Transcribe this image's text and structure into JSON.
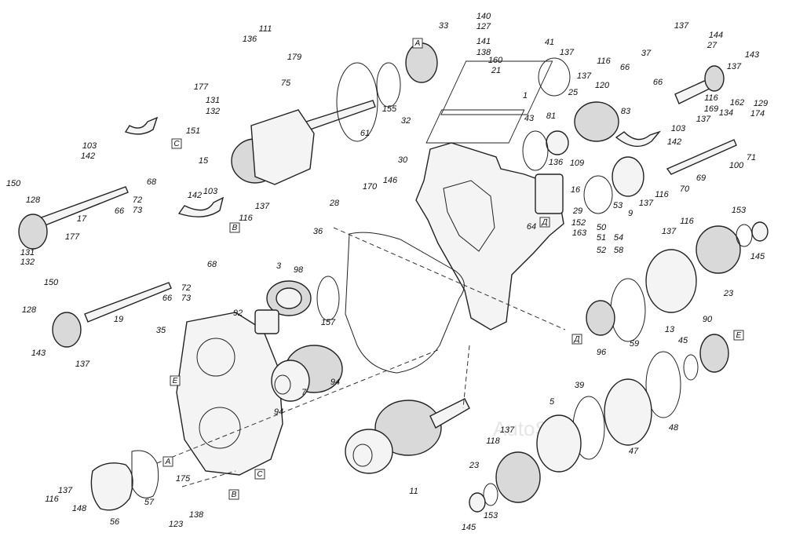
{
  "watermark": "AutoSpot",
  "labels": [
    [
      "111",
      338,
      40
    ],
    [
      "136",
      318,
      53
    ],
    [
      "179",
      375,
      76
    ],
    [
      "177",
      256,
      114
    ],
    [
      "75",
      364,
      109
    ],
    [
      "131",
      271,
      131
    ],
    [
      "132",
      271,
      145
    ],
    [
      "151",
      246,
      170
    ],
    [
      "15",
      259,
      208
    ],
    [
      "137",
      334,
      266
    ],
    [
      "116",
      313,
      281
    ],
    [
      "103",
      114,
      189
    ],
    [
      "142",
      112,
      202
    ],
    [
      "66",
      152,
      272
    ],
    [
      "72",
      175,
      258
    ],
    [
      "73",
      175,
      271
    ],
    [
      "68",
      193,
      235
    ],
    [
      "150",
      17,
      237
    ],
    [
      "128",
      42,
      258
    ],
    [
      "17",
      104,
      282
    ],
    [
      "131",
      35,
      325
    ],
    [
      "132",
      35,
      337
    ],
    [
      "177",
      92,
      305
    ],
    [
      "142",
      248,
      252
    ],
    [
      "103",
      268,
      247
    ],
    [
      "66",
      213,
      383
    ],
    [
      "72",
      237,
      370
    ],
    [
      "73",
      237,
      383
    ],
    [
      "68",
      270,
      340
    ],
    [
      "3",
      355,
      342
    ],
    [
      "98",
      380,
      347
    ],
    [
      "92",
      303,
      402
    ],
    [
      "157",
      418,
      414
    ],
    [
      "150",
      65,
      363
    ],
    [
      "128",
      37,
      398
    ],
    [
      "19",
      151,
      410
    ],
    [
      "143",
      49,
      453
    ],
    [
      "137",
      105,
      467
    ],
    [
      "35",
      205,
      424
    ],
    [
      "94",
      427,
      490
    ],
    [
      "7",
      387,
      503
    ],
    [
      "94",
      355,
      528
    ],
    [
      "36",
      405,
      298
    ],
    [
      "33",
      565,
      36
    ],
    [
      "140",
      616,
      24
    ],
    [
      "127",
      616,
      37
    ],
    [
      "141",
      616,
      56
    ],
    [
      "138",
      616,
      70
    ],
    [
      "160",
      631,
      80
    ],
    [
      "21",
      632,
      93
    ],
    [
      "1",
      669,
      125
    ],
    [
      "155",
      496,
      142
    ],
    [
      "32",
      517,
      157
    ],
    [
      "61",
      465,
      173
    ],
    [
      "30",
      513,
      207
    ],
    [
      "146",
      497,
      233
    ],
    [
      "170",
      471,
      241
    ],
    [
      "28",
      426,
      262
    ],
    [
      "41",
      700,
      57
    ],
    [
      "137",
      722,
      70
    ],
    [
      "116",
      769,
      81
    ],
    [
      "137",
      744,
      100
    ],
    [
      "120",
      767,
      112
    ],
    [
      "25",
      730,
      121
    ],
    [
      "43",
      674,
      154
    ],
    [
      "81",
      702,
      151
    ],
    [
      "136",
      708,
      210
    ],
    [
      "109",
      735,
      211
    ],
    [
      "16",
      733,
      245
    ],
    [
      "64",
      677,
      292
    ],
    [
      "29",
      736,
      272
    ],
    [
      "152",
      737,
      287
    ],
    [
      "163",
      738,
      300
    ],
    [
      "137",
      868,
      36
    ],
    [
      "144",
      912,
      48
    ],
    [
      "27",
      907,
      61
    ],
    [
      "143",
      958,
      73
    ],
    [
      "37",
      823,
      71
    ],
    [
      "66",
      796,
      89
    ],
    [
      "137",
      935,
      88
    ],
    [
      "66",
      838,
      108
    ],
    [
      "116",
      906,
      128
    ],
    [
      "169",
      906,
      142
    ],
    [
      "129",
      969,
      135
    ],
    [
      "162",
      939,
      134
    ],
    [
      "174",
      965,
      148
    ],
    [
      "134",
      925,
      147
    ],
    [
      "83",
      797,
      145
    ],
    [
      "103",
      864,
      167
    ],
    [
      "137",
      896,
      155
    ],
    [
      "142",
      859,
      184
    ],
    [
      "71",
      957,
      204
    ],
    [
      "100",
      938,
      214
    ],
    [
      "53",
      787,
      265
    ],
    [
      "50",
      766,
      293
    ],
    [
      "51",
      766,
      306
    ],
    [
      "52",
      766,
      322
    ],
    [
      "54",
      788,
      306
    ],
    [
      "58",
      788,
      322
    ],
    [
      "9",
      803,
      275
    ],
    [
      "137",
      823,
      262
    ],
    [
      "116",
      843,
      251
    ],
    [
      "70",
      872,
      244
    ],
    [
      "69",
      893,
      230
    ],
    [
      "153",
      941,
      271
    ],
    [
      "137",
      852,
      298
    ],
    [
      "116",
      875,
      285
    ],
    [
      "145",
      965,
      330
    ],
    [
      "23",
      928,
      377
    ],
    [
      "13",
      853,
      423
    ],
    [
      "59",
      808,
      441
    ],
    [
      "96",
      766,
      452
    ],
    [
      "45",
      870,
      437
    ],
    [
      "90",
      901,
      410
    ],
    [
      "39",
      738,
      494
    ],
    [
      "5",
      703,
      515
    ],
    [
      "48",
      858,
      548
    ],
    [
      "47",
      807,
      578
    ],
    [
      "137",
      646,
      551
    ],
    [
      "118",
      628,
      565
    ],
    [
      "23",
      604,
      596
    ],
    [
      "145",
      597,
      675
    ],
    [
      "153",
      625,
      660
    ],
    [
      "11",
      527,
      629
    ],
    [
      "57",
      190,
      643
    ],
    [
      "56",
      146,
      668
    ],
    [
      "175",
      233,
      613
    ],
    [
      "137",
      83,
      628
    ],
    [
      "116",
      66,
      639
    ],
    [
      "148",
      101,
      651
    ],
    [
      "123",
      224,
      671
    ],
    [
      "138",
      250,
      659
    ]
  ],
  "boxed_labels": [
    [
      "А",
      532,
      58
    ],
    [
      "Д",
      694,
      286
    ],
    [
      "В",
      299,
      293
    ],
    [
      "С",
      225,
      186
    ],
    [
      "Е",
      941,
      430
    ],
    [
      "Д",
      735,
      435
    ],
    [
      "Е",
      223,
      488
    ],
    [
      "А",
      214,
      591
    ],
    [
      "С",
      331,
      607
    ],
    [
      "В",
      298,
      633
    ]
  ]
}
